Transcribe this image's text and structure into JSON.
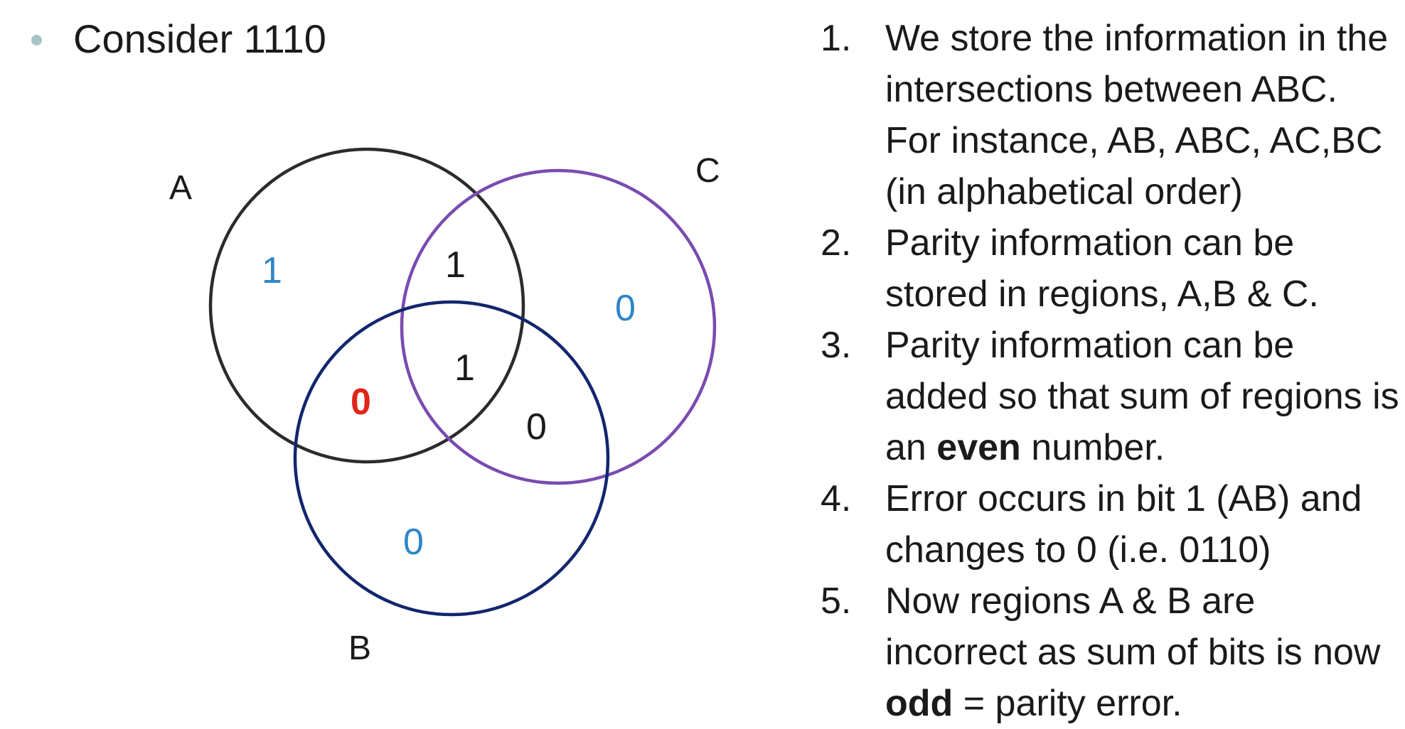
{
  "bullet": {
    "text": "Consider 1110"
  },
  "sets": {
    "a": "A",
    "b": "B",
    "c": "C"
  },
  "colors": {
    "a": "#2b2b2b",
    "b": "#12266e",
    "c": "#7a4bb0",
    "bit_blue": "#2e86c8",
    "bit_red": "#e0251b"
  },
  "regions": {
    "a_only": "1",
    "ac": "1",
    "c_only": "0",
    "abc": "1",
    "ab": "0",
    "bc": "0",
    "b_only": "0"
  },
  "points": [
    {
      "num": "1.",
      "text": "We store the information in the intersections between ABC. For instance, AB, ABC, AC,BC (in alphabetical order)"
    },
    {
      "num": "2.",
      "text": "Parity information can be stored in regions, A,B & C."
    },
    {
      "num": "3.",
      "pre": "Parity information can be added so that sum of regions is an ",
      "bold": "even",
      "post": " number."
    },
    {
      "num": "4.",
      "text": "Error occurs in bit 1 (AB) and changes to 0 (i.e. 0110)"
    },
    {
      "num": "5.",
      "pre": "Now regions A & B are incorrect as sum of bits is now ",
      "bold": "odd",
      "post": " = parity error."
    }
  ]
}
